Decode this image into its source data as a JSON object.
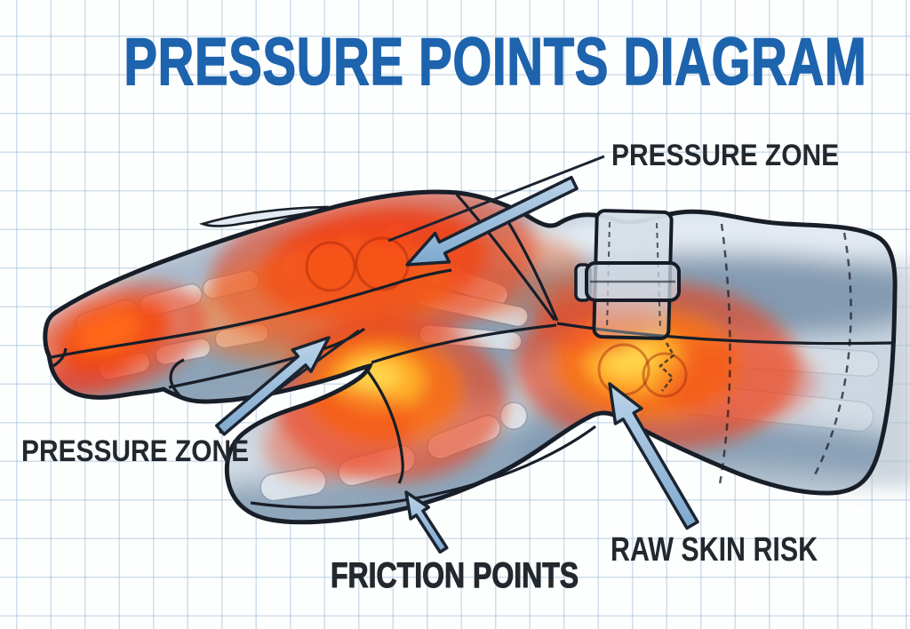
{
  "title": "PRESSURE POINTS DIAGRAM",
  "annotations": {
    "pressure_zone_top": {
      "label": "PRESSURE ZONE"
    },
    "pressure_zone_left": {
      "label": "PRESSURE ZONE"
    },
    "friction_points": {
      "label": "FRICTION POINTS"
    },
    "raw_skin_risk": {
      "label": "RAW SKIN RISK"
    }
  },
  "colors": {
    "title_blue": "#1d63ad",
    "label_dark": "#23282e",
    "outline_dark": "#181e28",
    "arrow_fill_light": "#bad3e8",
    "arrow_fill_dark": "#7fa9d0",
    "glove_base": "#c9d5e0",
    "glove_shadow_band": "#7e96ae",
    "glove_highlight": "#e9eff4",
    "bone": "#e4eaf0",
    "heat_red": "#ee3c16",
    "heat_orange": "#f8711a",
    "heat_yellow": "#ffd84e",
    "grid_line": "#c4d3e2",
    "background": "#fdfefe"
  }
}
